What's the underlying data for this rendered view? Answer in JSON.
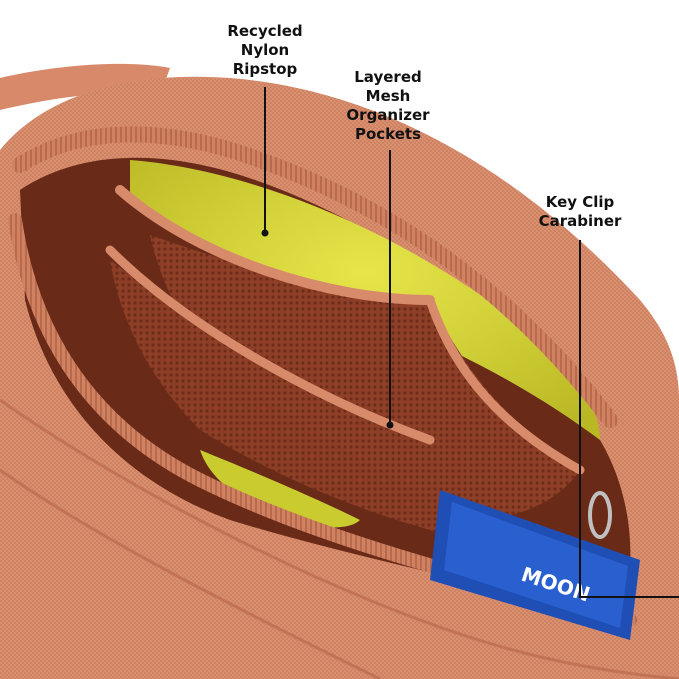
{
  "callouts": [
    {
      "lines": [
        "Recycled",
        "Nylon",
        "Ripstop"
      ]
    },
    {
      "lines": [
        "Layered",
        "Mesh",
        "Organizer",
        "Pockets"
      ]
    },
    {
      "lines": [
        "Key Clip",
        "Carabiner"
      ]
    }
  ],
  "patch_text": "MOON",
  "colors": {
    "fabric": "#d98a6a",
    "fabric_dark": "#a8543a",
    "lining": "#d4d63a",
    "mesh": "#9a4a30",
    "patch": "#1f4fb5",
    "callout_text": "#111111"
  }
}
